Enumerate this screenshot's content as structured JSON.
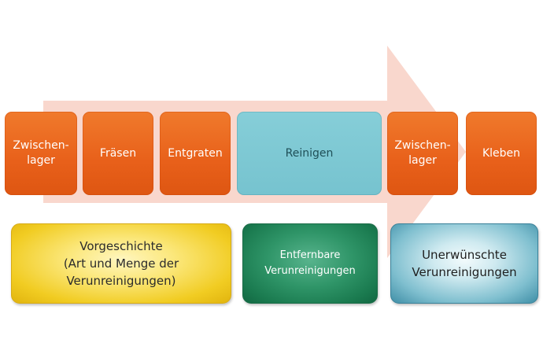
{
  "colors": {
    "arrow": "#f9d7cd",
    "step_orange": "#e8601a",
    "step_teal": "#7ac6d1",
    "panel_yellow": "#f1cc22",
    "panel_green": "#2f9568",
    "panel_blue": "#7fbfcf"
  },
  "steps": [
    {
      "label": "Zwischen-\nlager",
      "color": "orange"
    },
    {
      "label": "Fräsen",
      "color": "orange"
    },
    {
      "label": "Entgraten",
      "color": "orange"
    },
    {
      "label": "Reinigen",
      "color": "teal"
    },
    {
      "label": "Zwischen-\nlager",
      "color": "orange"
    },
    {
      "label": "Kleben",
      "color": "orange"
    }
  ],
  "panels": [
    {
      "label": "Vorgeschichte\n(Art und Menge der\nVerunreinigungen)",
      "color": "yellow"
    },
    {
      "label": "Entfernbare\nVerunreinigungen",
      "color": "green"
    },
    {
      "label": "Unerwünschte\nVerunreinigungen",
      "color": "blue"
    }
  ]
}
